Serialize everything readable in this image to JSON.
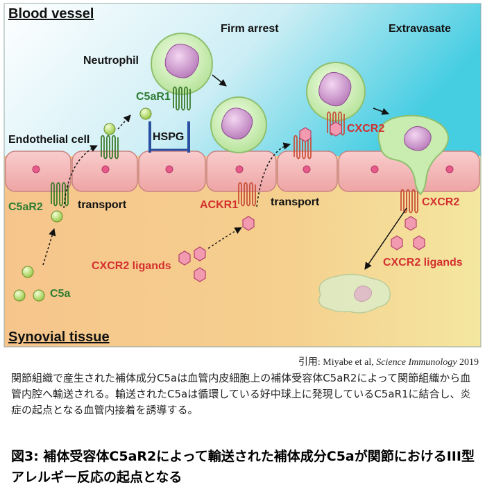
{
  "diagram": {
    "region_labels": {
      "blood_vessel": "Blood vessel",
      "synovial_tissue": "Synovial tissue"
    },
    "stage_labels": {
      "firm_arrest": "Firm arrest",
      "extravasate": "Extravasate"
    },
    "cell_labels": {
      "neutrophil": "Neutrophil",
      "endothelial_cell": "Endothelial cell"
    },
    "receptor_labels": {
      "c5ar1": "C5aR1",
      "hspg": "HSPG",
      "c5ar2": "C5aR2",
      "ackr1": "ACKR1",
      "cxcr2_top": "CXCR2",
      "cxcr2_bottom": "CXCR2"
    },
    "process_labels": {
      "transport_left": "transport",
      "transport_right": "transport"
    },
    "ligand_labels": {
      "c5a": "C5a",
      "cxcr2_ligands_left": "CXCR2 ligands",
      "cxcr2_ligands_right": "CXCR2 ligands"
    },
    "colors": {
      "c5a_pathway": "#2e7d32",
      "cxcr2_pathway": "#d32f2f",
      "vessel_top": "#ffffff",
      "vessel_bottom": "#4fd0e2",
      "tissue": "#f5c98a",
      "endothelium": "#f4b8b8",
      "nucleus": "#e85a8a",
      "neutrophil_body": "#d6f0b8",
      "neutrophil_nucleus": "#c98cc8"
    }
  },
  "citation": {
    "prefix": "引用: Miyabe et al, ",
    "journal": "Science Immunology",
    "year": " 2019"
  },
  "caption": "関節組織で産生された補体成分C5aは血管内皮細胞上の補体受容体C5aR2によって関節組織から血管内腔へ輸送される。輸送されたC5aは循環している好中球上に発現しているC5aR1に結合し、炎症の起点となる血管内接着を誘導する。",
  "figure_title": "図3: 補体受容体C5aR2によって輸送された補体成分C5aが関節におけるIII型アレルギー反応の起点となる"
}
